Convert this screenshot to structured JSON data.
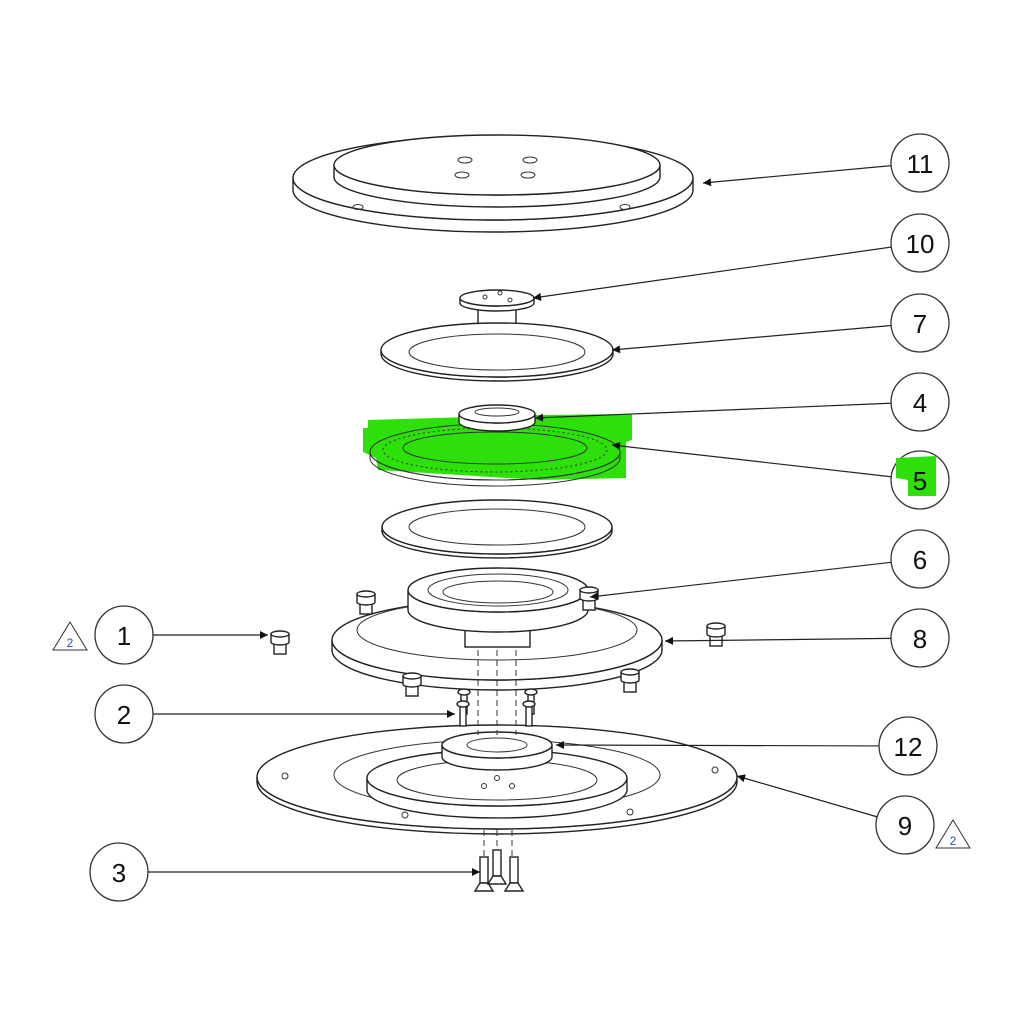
{
  "diagram": {
    "type": "exploded assembly view",
    "highlight_color": "#2ee00a",
    "balloons": [
      {
        "id": "11",
        "label": "11",
        "highlighted": false
      },
      {
        "id": "10",
        "label": "10",
        "highlighted": false
      },
      {
        "id": "7",
        "label": "7",
        "highlighted": false
      },
      {
        "id": "4",
        "label": "4",
        "highlighted": false
      },
      {
        "id": "5",
        "label": "5",
        "highlighted": true
      },
      {
        "id": "6",
        "label": "6",
        "highlighted": false
      },
      {
        "id": "8",
        "label": "8",
        "highlighted": false
      },
      {
        "id": "12",
        "label": "12",
        "highlighted": false
      },
      {
        "id": "9",
        "label": "9",
        "highlighted": false
      },
      {
        "id": "1",
        "label": "1",
        "highlighted": false
      },
      {
        "id": "2",
        "label": "2",
        "highlighted": false
      },
      {
        "id": "3",
        "label": "3",
        "highlighted": false
      }
    ],
    "revision_flags": [
      {
        "label": "2",
        "attached_to": "1"
      },
      {
        "label": "2",
        "attached_to": "9"
      }
    ]
  }
}
